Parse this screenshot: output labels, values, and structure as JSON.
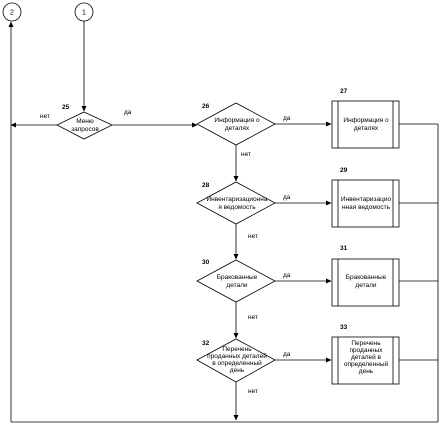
{
  "connectors": {
    "c1": "1",
    "c2": "2"
  },
  "decisions": [
    {
      "number": "25",
      "lines": [
        "Меню",
        "запросов"
      ]
    },
    {
      "number": "26",
      "lines": [
        "Информация о",
        "деталях"
      ]
    },
    {
      "number": "28",
      "lines": [
        "Инвентаризационна",
        "я ведомость"
      ]
    },
    {
      "number": "30",
      "lines": [
        "Бракованные",
        "детали"
      ]
    },
    {
      "number": "32",
      "lines": [
        "Перечень",
        "проданных деталей",
        "в определенный",
        "день"
      ]
    }
  ],
  "processes": [
    {
      "number": "27",
      "lines": [
        "Информация о",
        "деталях"
      ]
    },
    {
      "number": "29",
      "lines": [
        "Инвентаризацио",
        "нная ведомость"
      ]
    },
    {
      "number": "31",
      "lines": [
        "Бракованные",
        "детали"
      ]
    },
    {
      "number": "33",
      "lines": [
        "Перечень",
        "проданных",
        "деталей в",
        "определенный",
        "день"
      ]
    }
  ],
  "labels": {
    "yes": "да",
    "no": "нет"
  }
}
